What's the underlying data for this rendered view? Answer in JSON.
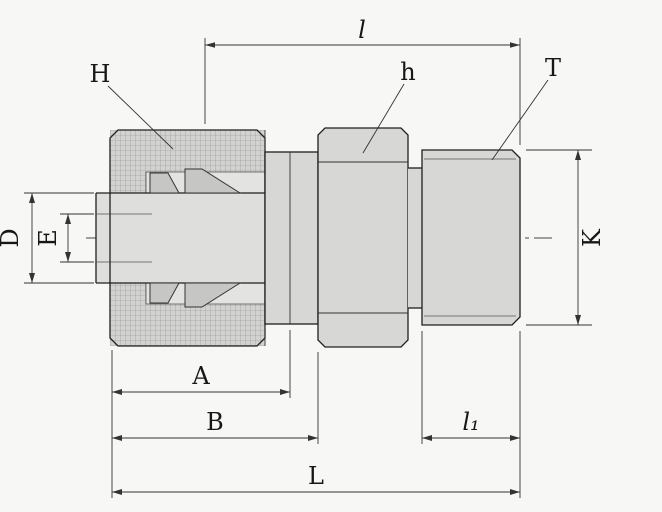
{
  "labels": {
    "length_l": "l",
    "nut_H": "H",
    "hex_h": "h",
    "thread_T": "T",
    "dia_D": "D",
    "dia_E": "E",
    "dia_K": "K",
    "dim_A": "A",
    "dim_B": "B",
    "length_l1": "l₁",
    "overall_L": "L"
  },
  "colors": {
    "background": "#f7f7f5",
    "metal_fill": "#d7d7d5",
    "line": "#1f1f1f",
    "hatch": "#8f8f8f"
  }
}
